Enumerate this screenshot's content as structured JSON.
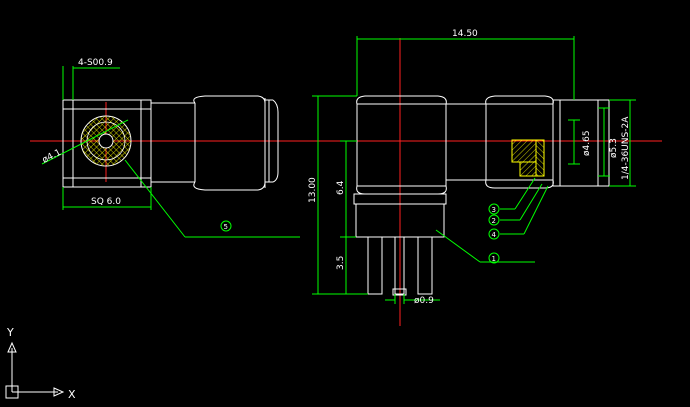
{
  "colors": {
    "background": "#000000",
    "outline": "#ffffff",
    "dimension": "#00ff00",
    "centerline": "#ff2020",
    "hatch": "#ffff00",
    "ucs": "#ffffff"
  },
  "left_view": {
    "hole_callout": "4-S00.9",
    "square_size": "SQ 6.0",
    "bore_dia": "ø4.1",
    "balloon": "5"
  },
  "right_view": {
    "overall_length": "14.50",
    "overall_height": "13.00",
    "body_height": "6.4",
    "pin_height": "3.5",
    "pin_dia": "ø0.9",
    "inner_dia": "ø4.65",
    "outer_dia": "ø5.3",
    "thread": "1/4-36UNS-2A",
    "balloons": [
      "3",
      "2",
      "4",
      "1"
    ]
  },
  "ucs": {
    "x_label": "X",
    "y_label": "Y"
  }
}
